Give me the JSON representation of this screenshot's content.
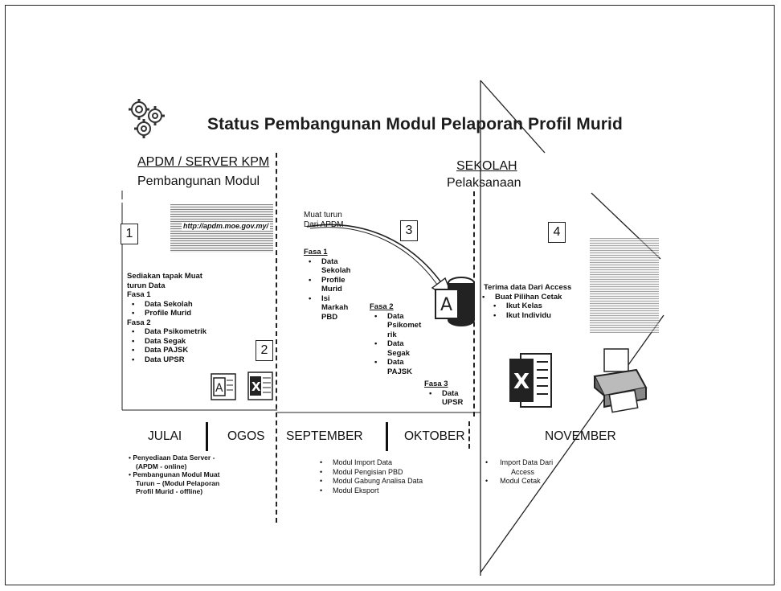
{
  "title": "Status Pembangunan Modul Pelaporan Profil Murid",
  "left_header": {
    "line1": "APDM / SERVER KPM",
    "line2": "Pembangunan Modul"
  },
  "right_header": {
    "line1": "SEKOLAH",
    "line2": "Pelaksanaan"
  },
  "steps": [
    "1",
    "2",
    "3",
    "4"
  ],
  "url_snippet": "http://apdm.moe.gov.my/",
  "box1": {
    "heading": [
      "Sediakan tapak Muat",
      "turun  Data"
    ],
    "fasa1": "Fasa 1",
    "fasa1_items": [
      "Data Sekolah",
      "Profile Murid"
    ],
    "fasa2": "Fasa 2",
    "fasa2_items": [
      "Data Psikometrik",
      "Data Segak",
      "Data PAJSK",
      "Data UPSR"
    ]
  },
  "box3": {
    "heading": [
      "Muat turun",
      "Dari APDM"
    ],
    "fasa1": "Fasa 1",
    "fasa1_items": [
      "Data",
      "Sekolah",
      "Profile",
      "Murid",
      "Isi",
      "Markah",
      "PBD"
    ],
    "fasa2": "Fasa 2",
    "fasa2_items": [
      "Data",
      "Psikomet",
      "rik",
      "Data",
      "Segak",
      "Data",
      "PAJSK"
    ],
    "fasa3": "Fasa 3",
    "fasa3_items": [
      "Data",
      "UPSR"
    ]
  },
  "box4": {
    "heading": "Terima data Dari Access",
    "item": "Buat Pilihan Cetak",
    "subitems": [
      "Ikut Kelas",
      "Ikut Individu"
    ]
  },
  "months": [
    "JULAI",
    "OGOS",
    "SEPTEMBER",
    "OKTOBER",
    "NOVEMBER"
  ],
  "col1_tasks": [
    "Penyediaan Data Server -",
    "(APDM - online)",
    "Pembangunan Modul Muat",
    "Turun – (Modul Pelaporan",
    "Profil Murid - offline)"
  ],
  "col2_tasks": [
    "Modul Import Data",
    "Modul Pengisian PBD",
    "Modul Gabung Analisa Data",
    "Modul Eksport"
  ],
  "col3_tasks": [
    "Import Data Dari",
    "Access",
    "Modul Cetak"
  ],
  "icons": [
    "gears-icon",
    "access-icon",
    "excel-icon",
    "printer-icon"
  ],
  "colors": {
    "access": "#a4373a",
    "excel": "#217346",
    "line": "#222222"
  }
}
